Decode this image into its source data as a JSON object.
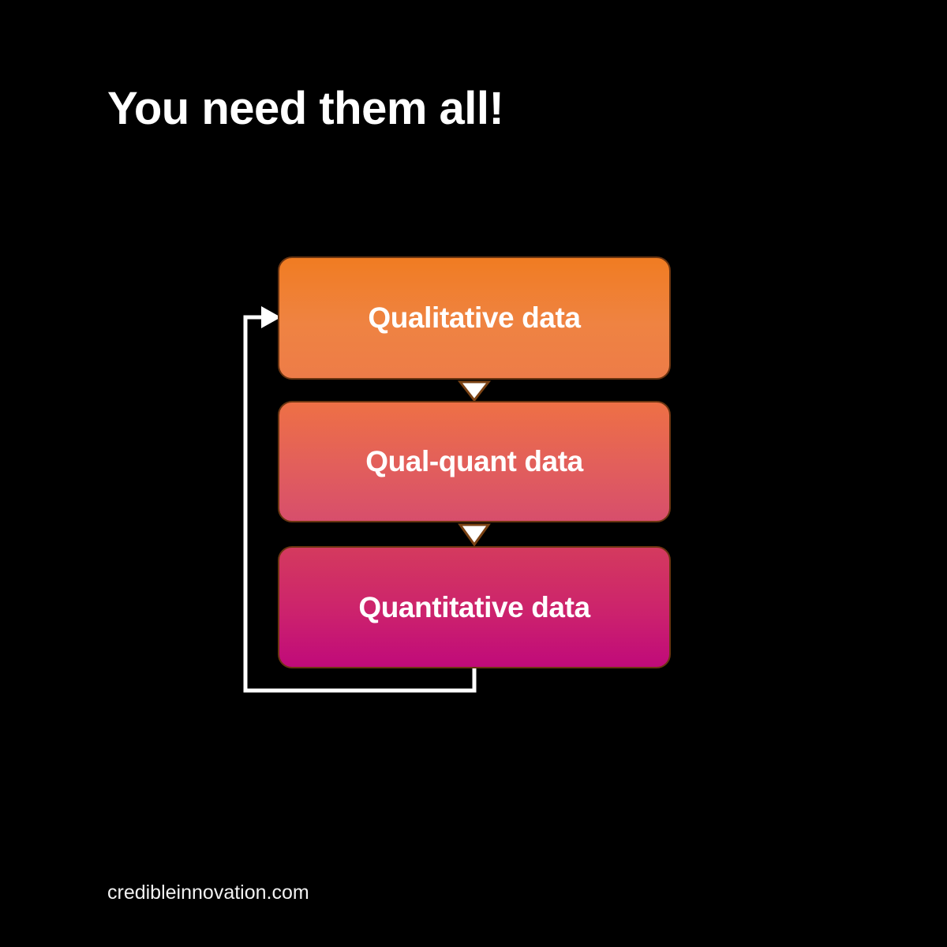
{
  "slide": {
    "background_color": "#000000",
    "title": "You need them all!",
    "footer": "credibleinnovation.com"
  },
  "diagram": {
    "type": "cycle-flow",
    "orientation": "vertical",
    "nodes": [
      {
        "id": "qualitative",
        "label": "Qualitative data",
        "gradient_top": "#f07c22",
        "gradient_bottom": "#ed7c48",
        "border_color": "#6b3511",
        "text_color": "#ffffff"
      },
      {
        "id": "qualquant",
        "label": "Qual-quant data",
        "gradient_top": "#ee7045",
        "gradient_bottom": "#d74e6c",
        "border_color": "#6b3511",
        "text_color": "#ffffff"
      },
      {
        "id": "quantitative",
        "label": "Quantitative data",
        "gradient_top": "#d43a5e",
        "gradient_bottom": "#c00a7a",
        "border_color": "#6b3511",
        "text_color": "#ffffff"
      }
    ],
    "connectors": [
      {
        "id": "qualitative-to-qualquant",
        "from": "qualitative",
        "to": "qualquant",
        "marker": "triangle-down",
        "fill": "#ffffff",
        "stroke": "#7a4214"
      },
      {
        "id": "qualquant-to-quantitative",
        "from": "qualquant",
        "to": "quantitative",
        "marker": "triangle-down",
        "fill": "#ffffff",
        "stroke": "#7a4214"
      },
      {
        "id": "feedback-loop",
        "from": "quantitative",
        "to": "qualitative",
        "marker": "arrow-right",
        "stroke": "#ffffff",
        "stroke_width": 5,
        "path": "down-left-up-right"
      }
    ]
  }
}
